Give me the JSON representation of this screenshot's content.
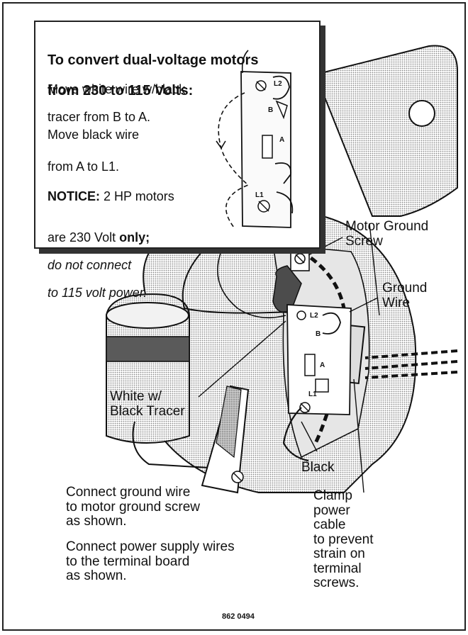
{
  "inset": {
    "heading_line1": "To convert dual-voltage motors",
    "heading_line2": "from 230 to 115 Volts:",
    "step1_line1": "Move white wire w/black",
    "step1_line2": "tracer from B to A.",
    "step2_line1": "Move black wire",
    "step2_line2": "from A to L1.",
    "notice_label": "NOTICE:",
    "notice_text1": " 2 HP motors",
    "notice_text2a": "are 230 Volt ",
    "notice_only": "only;",
    "notice_text3": "do not connect",
    "notice_text4": "to 115 volt power."
  },
  "terminal_labels": {
    "l2": "L2",
    "b": "B",
    "a": "A",
    "l1": "L1"
  },
  "callouts": {
    "motor_ground_screw": "Motor Ground\nScrew",
    "ground_wire": "Ground\nWire",
    "white_black_tracer": "White w/\nBlack Tracer",
    "black": "Black",
    "clamp": "Clamp\npower\ncable\nto prevent\nstrain on\nterminal\nscrews."
  },
  "instructions": {
    "ground": "Connect ground wire\nto motor ground screw\nas shown.",
    "power": "Connect power supply wires\nto the terminal board\nas shown."
  },
  "figure_code": "862 0494",
  "colors": {
    "ink": "#111111",
    "halftone": "#b5b5b5",
    "frame": "#222222"
  }
}
